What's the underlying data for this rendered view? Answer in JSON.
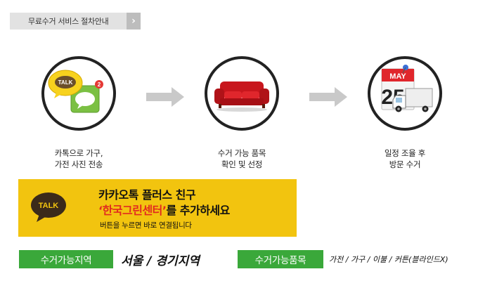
{
  "header": {
    "title": "무료수거 서비스 절차안내",
    "chevron": "›"
  },
  "steps": [
    {
      "caption_line1": "카톡으로 가구,",
      "caption_line2": "가전 사진 전송",
      "icon": "kakaotalk-message-icon",
      "badge": "2",
      "talk_bubble": "TALK"
    },
    {
      "caption_line1": "수거 가능 품목",
      "caption_line2": "확인 및 선정",
      "icon": "red-sofa-icon"
    },
    {
      "caption_line1": "일정 조율 후",
      "caption_line2": "방문 수거",
      "icon": "calendar-truck-icon",
      "calendar_month": "MAY",
      "calendar_day": "25"
    }
  ],
  "promo": {
    "logo_text": "TALK",
    "line1": "카카오톡 플러스 친구",
    "line2_highlight": "‘한국그린센터’",
    "line2_rest": "를 추가하세요",
    "line3": "버튼을 누르면 바로 연결됩니다",
    "bg_color": "#f2c40f"
  },
  "footer": {
    "area_tag": "수거가능지역",
    "area_value": "서울 / 경기지역",
    "items_tag": "수거가능품목",
    "items_value": "가전 / 가구 / 이불 / 커튼(블라인드X)",
    "tag_color": "#3aa83a"
  }
}
